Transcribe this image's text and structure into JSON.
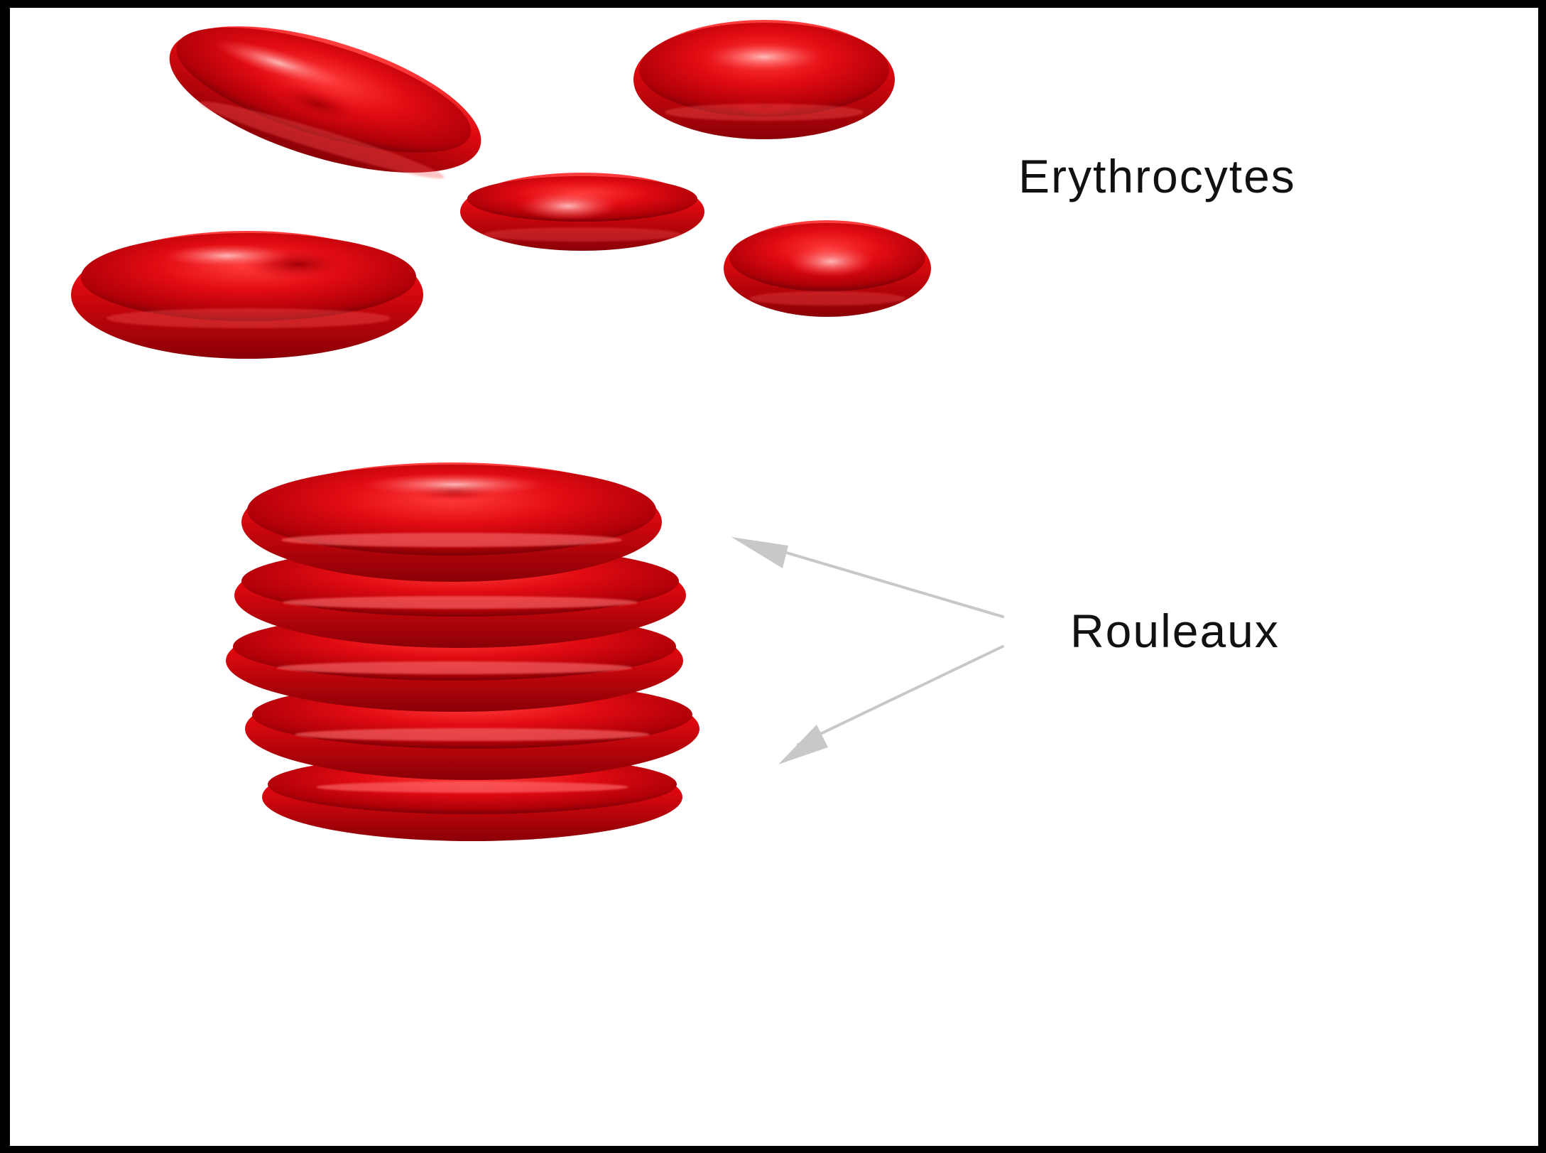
{
  "labels": {
    "erythrocytes": "Erythrocytes",
    "rouleaux": "Rouleaux"
  },
  "colors": {
    "cell_red": "#e10b12",
    "cell_dark": "#8e0006",
    "cell_highlight": "#ff6a6a",
    "arrow_gray": "#c8c8c8",
    "border": "#000000",
    "background": "#ffffff"
  },
  "figure": {
    "free_erythrocyte_count": 5,
    "rouleaux_stack_count": 5,
    "arrow_count": 2
  }
}
